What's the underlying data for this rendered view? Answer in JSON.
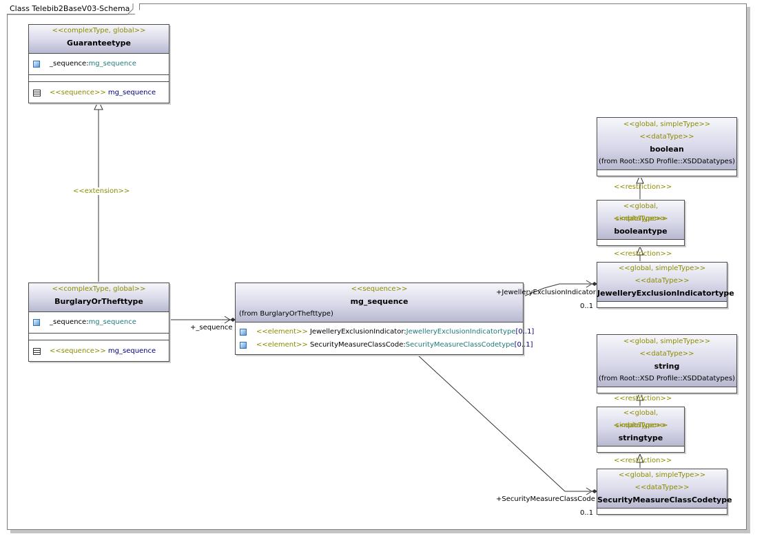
{
  "frame": {
    "title": "Class Telebib2BaseV03-Schema"
  },
  "guarantee": {
    "stereotype": "<<complexType, global>>",
    "name": "Guaranteetype",
    "attr_prefix": "_sequence:",
    "attr_type": "mg_sequence",
    "op_stereo": "<<sequence>>",
    "op_name": " mg_sequence"
  },
  "burglary": {
    "stereotype": "<<complexType, global>>",
    "name": "BurglaryOrThefttype",
    "attr_prefix": "_sequence:",
    "attr_type": "mg_sequence",
    "op_stereo": "<<sequence>>",
    "op_name": " mg_sequence"
  },
  "mg_sequence": {
    "stereotype": "<<sequence>>",
    "name": "mg_sequence",
    "from": "(from BurglaryOrThefttype)",
    "rows": [
      {
        "stereo": "<<element>>",
        "name": " JewelleryExclusionIndicator:",
        "type": "JewelleryExclusionIndicatortype",
        "mult": "[0..1]"
      },
      {
        "stereo": "<<element>>",
        "name": " SecurityMeasureClassCode:",
        "type": "SecurityMeasureClassCodetype",
        "mult": "[0..1]"
      }
    ]
  },
  "boolean": {
    "stereotype1": "<<global, simpleType>>",
    "stereotype2": "<<dataType>>",
    "name": "boolean",
    "from": "(from Root::XSD Profile::XSDDatatypes)"
  },
  "booleantype": {
    "stereotype1": "<<global, simpleType>>",
    "stereotype2": "<<dataType>>",
    "name": "booleantype"
  },
  "jewellerytype": {
    "stereotype1": "<<global, simpleType>>",
    "stereotype2": "<<dataType>>",
    "name": "JewelleryExclusionIndicatortype"
  },
  "string": {
    "stereotype1": "<<global, simpleType>>",
    "stereotype2": "<<dataType>>",
    "name": "string",
    "from": "(from Root::XSD Profile::XSDDatatypes)"
  },
  "stringtype": {
    "stereotype1": "<<global, simpleType>>",
    "stereotype2": "<<dataType>>",
    "name": "stringtype"
  },
  "securitytype": {
    "stereotype1": "<<global, simpleType>>",
    "stereotype2": "<<dataType>>",
    "name": "SecurityMeasureClassCodetype"
  },
  "labels": {
    "extension": "<<extension>>",
    "seq_role": "+_sequence",
    "jewel_role": "+JewelleryExclusionIndicator",
    "jewel_mult": "0..1",
    "sec_role": "+SecurityMeasureClassCode",
    "sec_mult": "0..1",
    "restriction1": "<<restriction>>",
    "restriction2": "<<restriction>>",
    "restriction3": "<<restriction>>",
    "restriction4": "<<restriction>>"
  }
}
